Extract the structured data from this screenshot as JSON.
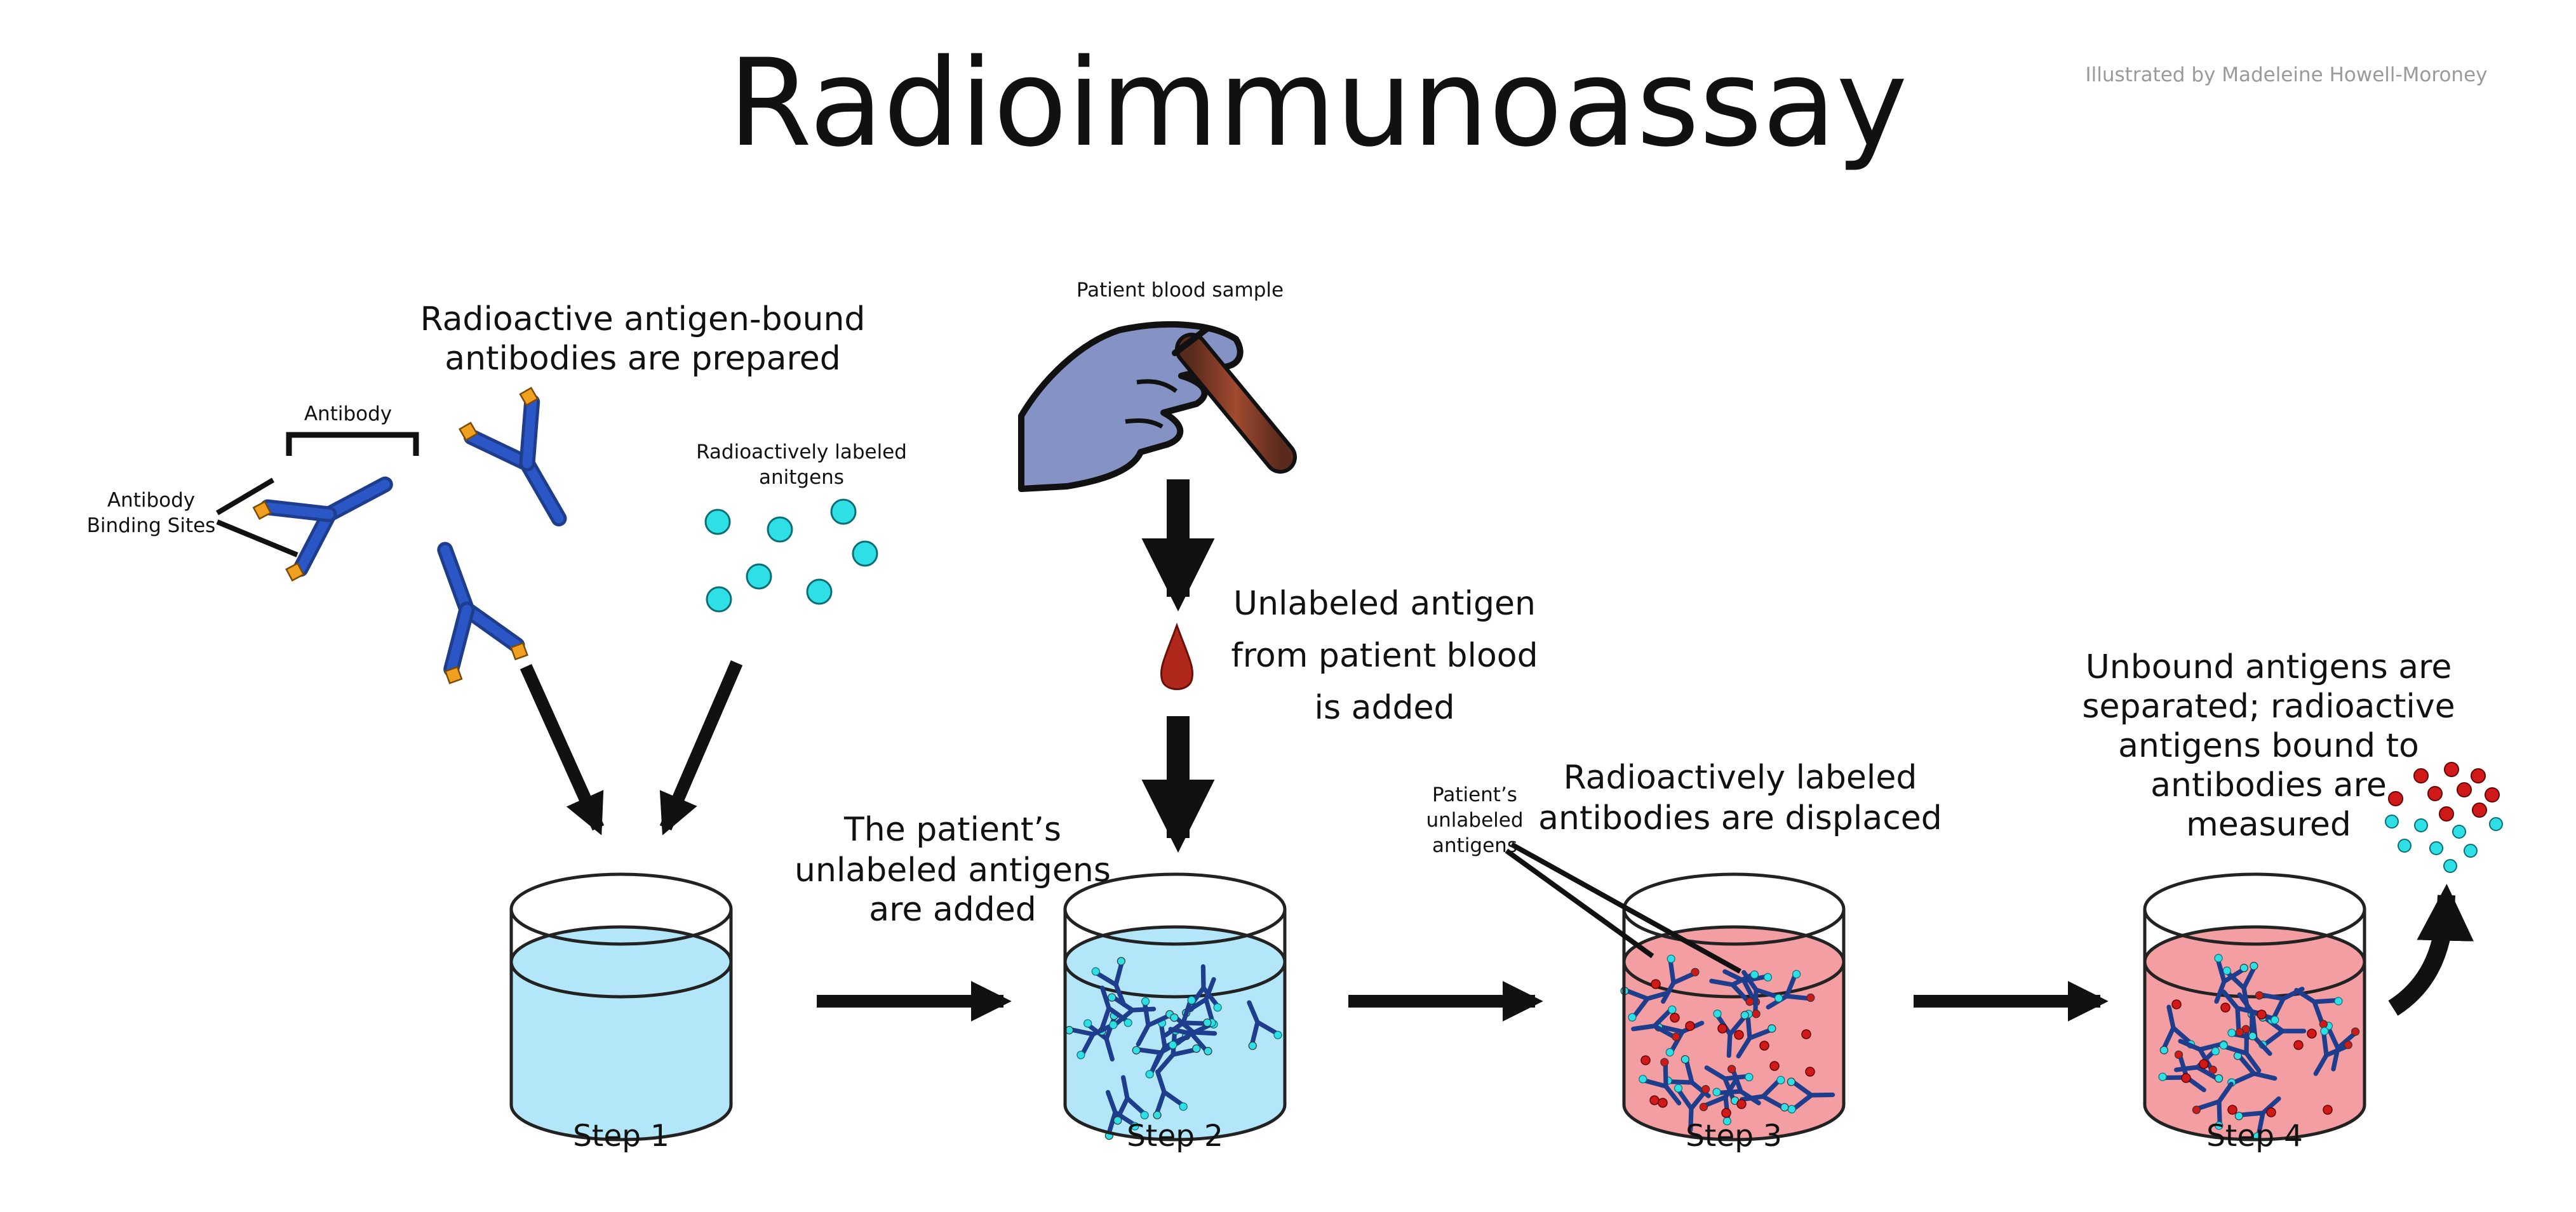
{
  "title": "Radioimmunoassay",
  "credit": "Illustrated by Madeleine Howell-Moroney",
  "labels": {
    "antibody": "Antibody",
    "binding_sites": [
      "Antibody",
      "Binding Sites"
    ],
    "prepared": [
      "Radioactive antigen-bound",
      "antibodies are prepared"
    ],
    "labeled_antigens": [
      "Radioactively labeled",
      "anitgens"
    ],
    "blood_sample": "Patient blood sample",
    "unlabeled_added": [
      "Unlabeled antigen",
      "from patient blood",
      "is added"
    ],
    "patient_added": [
      "The patient’s",
      "unlabeled antigens",
      "are added"
    ],
    "patient_unlabeled": [
      "Patient’s",
      "unlabeled",
      "antigens"
    ],
    "displaced": [
      "Radioactively labeled",
      "antibodies are displaced"
    ],
    "separated": [
      "Unbound antigens are",
      "separated; radioactive",
      "antigens bound to",
      "antibodies are",
      "measured"
    ]
  },
  "steps": [
    "Step 1",
    "Step 2",
    "Step 3",
    "Step 4"
  ],
  "colors": {
    "antibody": "#2a56c6",
    "binding_site": "#f0a020",
    "labeled_antigen": "#2ee0e6",
    "unlabeled_antigen": "#d01a1a",
    "liquid_blue": "#b4e6fa",
    "liquid_red": "#f29ea3",
    "glove": "#8492c4",
    "blood": "#b0281c"
  }
}
